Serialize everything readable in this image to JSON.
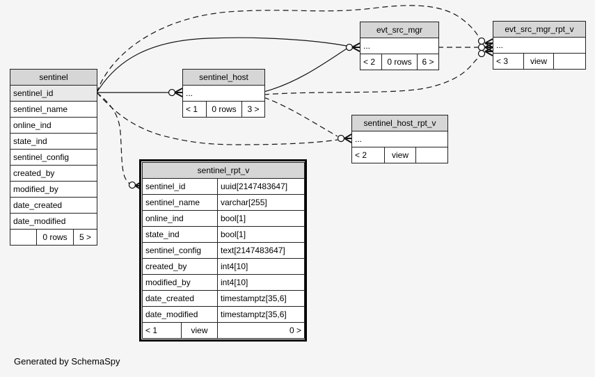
{
  "page": {
    "generated_by": "Generated by SchemaSpy"
  },
  "colors": {
    "page_bg": "#f5f5f5",
    "header_bg": "#d6d6d6",
    "highlight_bg": "#e9e9e9",
    "border": "#1f1f1f",
    "emphasis_border": "#000000",
    "line": "#141414"
  },
  "tables": {
    "sentinel": {
      "title": "sentinel",
      "columns": [
        "sentinel_id",
        "sentinel_name",
        "online_ind",
        "state_ind",
        "sentinel_config",
        "created_by",
        "modified_by",
        "date_created",
        "date_modified"
      ],
      "footer": {
        "left": "",
        "middle": "0 rows",
        "right": "5 >"
      }
    },
    "sentinel_host": {
      "title": "sentinel_host",
      "collapsed": "...",
      "footer": {
        "left": "< 1",
        "middle": "0 rows",
        "right": "3 >"
      }
    },
    "evt_src_mgr": {
      "title": "evt_src_mgr",
      "collapsed": "...",
      "footer": {
        "left": "< 2",
        "middle": "0 rows",
        "right": "6 >"
      }
    },
    "evt_src_mgr_rpt_v": {
      "title": "evt_src_mgr_rpt_v",
      "collapsed": "...",
      "footer": {
        "left": "< 3",
        "middle": "view",
        "right": ""
      }
    },
    "sentinel_host_rpt_v": {
      "title": "sentinel_host_rpt_v",
      "collapsed": "...",
      "footer": {
        "left": "< 2",
        "middle": "view",
        "right": ""
      }
    },
    "sentinel_rpt_v": {
      "title": "sentinel_rpt_v",
      "rows": [
        {
          "name": "sentinel_id",
          "type": "uuid[2147483647]"
        },
        {
          "name": "sentinel_name",
          "type": "varchar[255]"
        },
        {
          "name": "online_ind",
          "type": "bool[1]"
        },
        {
          "name": "state_ind",
          "type": "bool[1]"
        },
        {
          "name": "sentinel_config",
          "type": "text[2147483647]"
        },
        {
          "name": "created_by",
          "type": "int4[10]"
        },
        {
          "name": "modified_by",
          "type": "int4[10]"
        },
        {
          "name": "date_created",
          "type": "timestamptz[35,6]"
        },
        {
          "name": "date_modified",
          "type": "timestamptz[35,6]"
        }
      ],
      "footer": {
        "left": "< 1",
        "middle": "view",
        "right": "0 >"
      }
    }
  },
  "relationships": [
    {
      "parent": "sentinel",
      "child": "sentinel_host",
      "style": "solid"
    },
    {
      "parent": "sentinel",
      "child": "evt_src_mgr",
      "style": "solid"
    },
    {
      "parent": "sentinel_host",
      "child": "evt_src_mgr",
      "style": "solid"
    },
    {
      "parent": "evt_src_mgr",
      "child": "evt_src_mgr_rpt_v",
      "style": "dashed"
    },
    {
      "parent": "sentinel",
      "child": "evt_src_mgr_rpt_v",
      "style": "dashed"
    },
    {
      "parent": "sentinel_host",
      "child": "evt_src_mgr_rpt_v",
      "style": "dashed"
    },
    {
      "parent": "sentinel",
      "child": "sentinel_host_rpt_v",
      "style": "dashed"
    },
    {
      "parent": "sentinel_host",
      "child": "sentinel_host_rpt_v",
      "style": "dashed"
    },
    {
      "parent": "sentinel",
      "child": "sentinel_rpt_v",
      "style": "dashed"
    }
  ]
}
